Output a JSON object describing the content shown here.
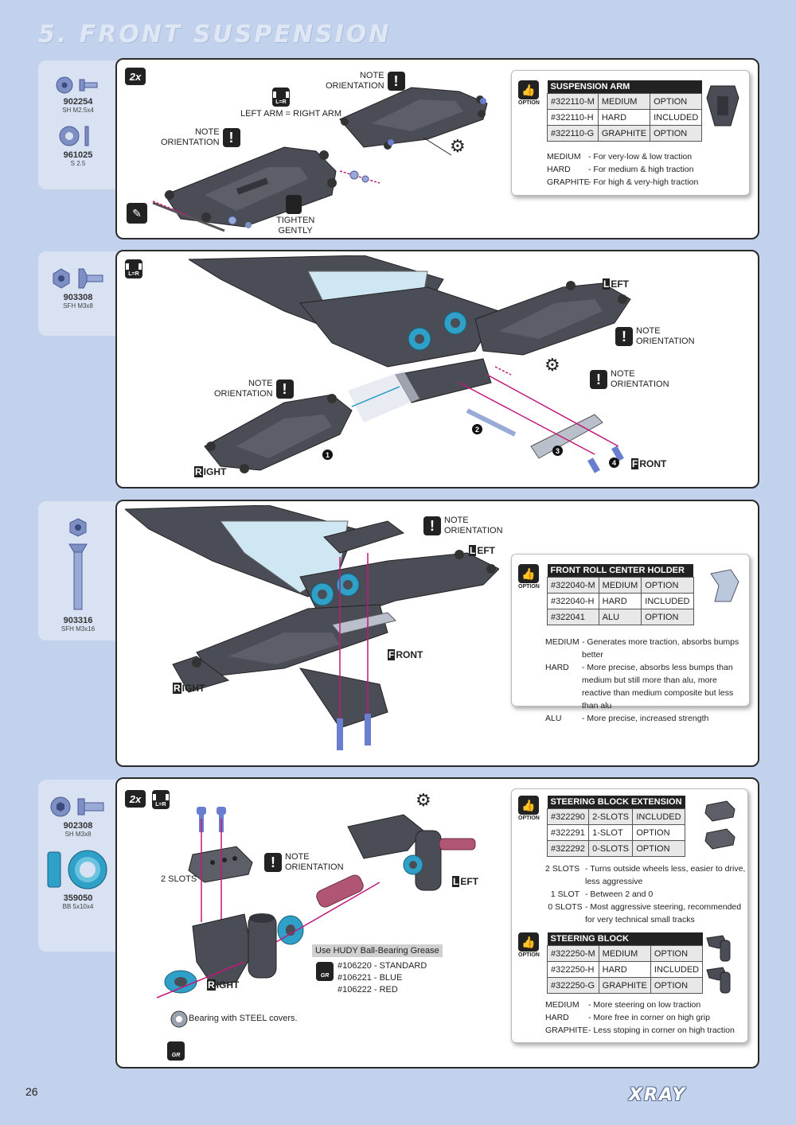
{
  "page": {
    "title": "5. FRONT SUSPENSION",
    "page_number": "26",
    "brand": "XRAY"
  },
  "steps": [
    {
      "parts": [
        {
          "code": "902254",
          "desc": "SH M2.5x4",
          "icon": "screw-icon"
        },
        {
          "code": "961025",
          "desc": "S 2.5",
          "icon": "washer-icon"
        }
      ],
      "badge": "2x",
      "notes": {
        "note_line1": "NOTE",
        "note_line2": "ORIENTATION",
        "left_eq_right": "LEFT ARM = RIGHT ARM",
        "tighten1": "TIGHTEN",
        "tighten2": "GENTLY"
      },
      "option": {
        "header": "SUSPENSION ARM",
        "thumb_label": "OPTION",
        "rows": [
          [
            "#322110-M",
            "MEDIUM",
            "OPTION"
          ],
          [
            "#322110-H",
            "HARD",
            "INCLUDED"
          ],
          [
            "#322110-G",
            "GRAPHITE",
            "OPTION"
          ]
        ],
        "desc": [
          [
            "MEDIUM",
            "- For very-low & low traction"
          ],
          [
            "HARD",
            "- For medium & high traction"
          ],
          [
            "GRAPHITE",
            "- For high & very-high traction"
          ]
        ]
      }
    },
    {
      "parts": [
        {
          "code": "903308",
          "desc": "SFH M3x8",
          "icon": "screw-icon"
        }
      ],
      "lr": "L=R",
      "labels": {
        "left": "LEFT",
        "right": "RIGHT",
        "front": "FRONT",
        "note_line1": "NOTE",
        "note_line2": "ORIENTATION",
        "n1": "1",
        "n2": "2",
        "n3": "3",
        "n4": "4"
      }
    },
    {
      "parts": [
        {
          "code": "903316",
          "desc": "SFH M3x16",
          "icon": "screw-icon"
        }
      ],
      "labels": {
        "left": "LEFT",
        "right": "RIGHT",
        "front": "FRONT",
        "note_line1": "NOTE",
        "note_line2": "ORIENTATION"
      },
      "option": {
        "header": "FRONT ROLL CENTER HOLDER",
        "thumb_label": "OPTION",
        "rows": [
          [
            "#322040-M",
            "MEDIUM",
            "OPTION"
          ],
          [
            "#322040-H",
            "HARD",
            "INCLUDED"
          ],
          [
            "#322041",
            "ALU",
            "OPTION"
          ]
        ],
        "desc": [
          [
            "MEDIUM",
            "- Generates more traction, absorbs bumps better"
          ],
          [
            "HARD",
            "- More precise, absorbs less bumps than medium but still more than alu, more reactive than medium composite but less than alu"
          ],
          [
            "ALU",
            "- More precise, increased strength"
          ]
        ]
      }
    },
    {
      "parts": [
        {
          "code": "902308",
          "desc": "SH M3x8",
          "icon": "screw-icon"
        },
        {
          "code": "359050",
          "desc": "BB 5x10x4",
          "icon": "bearing-icon"
        }
      ],
      "badge": "2x",
      "lr": "L=R",
      "labels": {
        "left": "LEFT",
        "right": "RIGHT",
        "slots": "2 SLOTS",
        "note_line1": "NOTE",
        "note_line2": "ORIENTATION",
        "bearing_steel": "Bearing with STEEL covers.",
        "gr": "GR"
      },
      "grease": {
        "title": "Use HUDY Ball-Bearing Grease",
        "items": [
          "#106220 - STANDARD",
          "#106221 - BLUE",
          "#106222 - RED"
        ]
      },
      "option1": {
        "header": "STEERING  BLOCK EXTENSION",
        "thumb_label": "OPTION",
        "rows": [
          [
            "#322290",
            "2-SLOTS",
            "INCLUDED"
          ],
          [
            "#322291",
            "1-SLOT",
            "OPTION"
          ],
          [
            "#322292",
            "0-SLOTS",
            "OPTION"
          ]
        ],
        "desc": [
          [
            "2 SLOTS",
            "- Turns outside wheels less, easier to drive, less aggressive"
          ],
          [
            "1 SLOT",
            "- Between 2 and 0"
          ],
          [
            "0 SLOTS",
            "- Most aggressive steering, recommended for very technical small tracks"
          ]
        ]
      },
      "option2": {
        "header": "STEERING  BLOCK",
        "thumb_label": "OPTION",
        "rows": [
          [
            "#322250-M",
            "MEDIUM",
            "OPTION"
          ],
          [
            "#322250-H",
            "HARD",
            "INCLUDED"
          ],
          [
            "#322250-G",
            "GRAPHITE",
            "OPTION"
          ]
        ],
        "desc": [
          [
            "MEDIUM",
            "- More steering on low traction"
          ],
          [
            "HARD",
            "- More free in corner on high grip"
          ],
          [
            "GRAPHITE",
            "- Less stoping in corner on high traction"
          ]
        ]
      }
    }
  ],
  "colors": {
    "accent_magenta": "#c2187a",
    "bearing_blue": "#2fa0c8",
    "part_gray": "#4a4d55",
    "page_bg": "#c3d2ec"
  }
}
